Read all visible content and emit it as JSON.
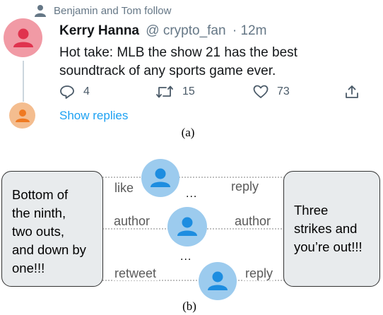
{
  "tweet_panel": {
    "follow_context": "Benjamin and Tom follow",
    "author_name": "Kerry Hanna",
    "author_handle": "@ crypto_fan",
    "timestamp": "· 12m",
    "text_line1": "Hot take: MLB the show 21 has the best",
    "text_line2": "soundtrack of any sports game ever.",
    "reply_count": "4",
    "retweet_count": "15",
    "like_count": "73",
    "show_replies": "Show replies",
    "caption": "(a)",
    "colors": {
      "main_avatar": "#f19aa5",
      "reply_avatar": "#f4bd8f",
      "link": "#1da1f2"
    }
  },
  "graph_panel": {
    "left_text": [
      "Bottom of",
      "the ninth,",
      "two outs,",
      "and down by",
      "one!!!"
    ],
    "right_text": [
      "Three",
      "strikes and",
      "you’re out!!!"
    ],
    "edges": [
      {
        "left_label": "like",
        "right_label": "reply"
      },
      {
        "left_label": "author",
        "right_label": "author"
      },
      {
        "left_label": "retweet",
        "right_label": "reply"
      }
    ],
    "ellipsis": "...",
    "caption": "(b)",
    "colors": {
      "user_node": "#9ccbee",
      "user_icon": "#1d8de0",
      "box_fill": "#e8ebed"
    }
  }
}
